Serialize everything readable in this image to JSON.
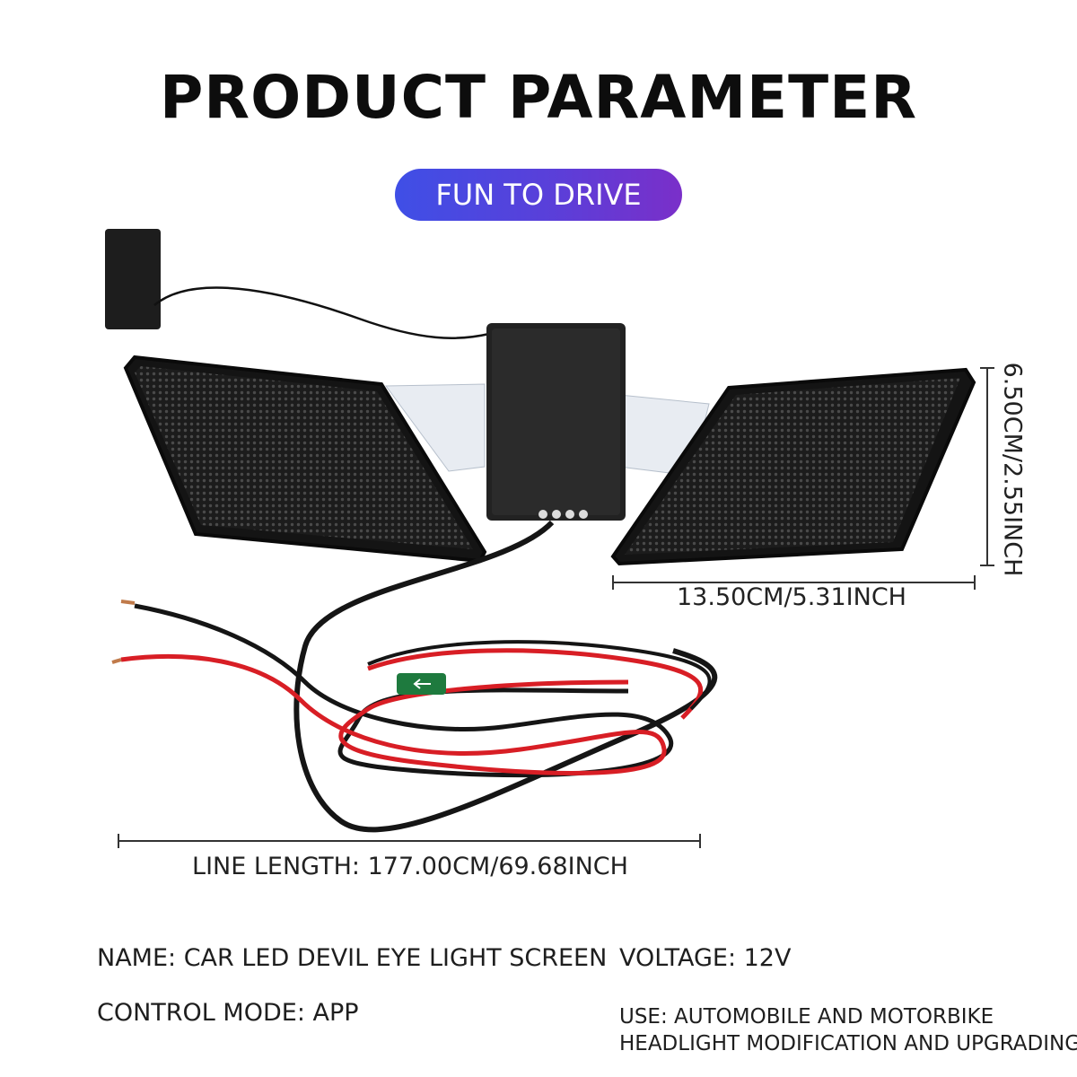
{
  "header": {
    "title": "PRODUCT PARAMETER",
    "badge": "FUN TO DRIVE"
  },
  "dimensions": {
    "width": "13.50CM/5.31INCH",
    "height": "6.50CM/2.55INCH",
    "line_length": "LINE LENGTH: 177.00CM/69.68INCH"
  },
  "specs": {
    "name": "NAME: CAR LED DEVIL EYE LIGHT SCREEN",
    "voltage": "VOLTAGE: 12V",
    "control_mode": "CONTROL MODE: APP",
    "use_line1": "USE: AUTOMOBILE AND MOTORBIKE",
    "use_line2": "HEADLIGHT MODIFICATION AND UPGRADING"
  },
  "colors": {
    "badge_start": "#3f4fe6",
    "badge_end": "#7a2fc9",
    "panel": "#1b1b1b",
    "wire_red": "#d81e25",
    "wire_black": "#151515"
  }
}
